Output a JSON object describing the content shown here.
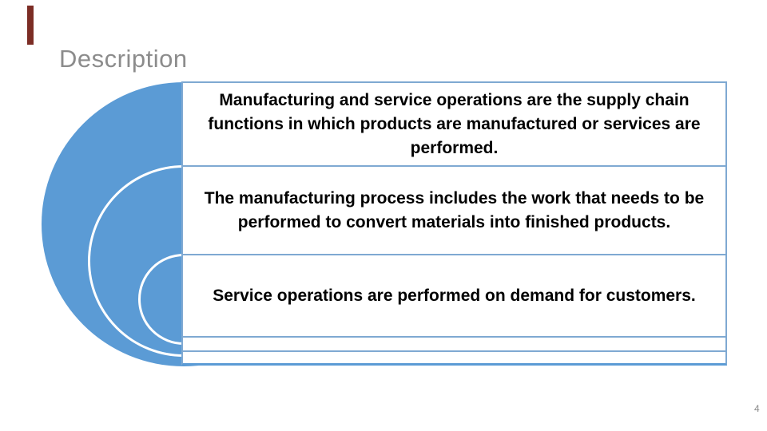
{
  "slide": {
    "title": "Description",
    "page_number": "4",
    "colors": {
      "accent_blue": "#5b9bd5",
      "border_blue": "#7fa9d2",
      "title_gray": "#8c8c8c",
      "accent_bar_red": "#7c2d25",
      "page_num_gray": "#8a8a8a"
    },
    "list_items": [
      {
        "text": "Manufacturing and service operations are the supply chain functions in which products are manufactured or services are performed."
      },
      {
        "text": "The manufacturing process includes the work that needs to be performed to convert materials into finished products."
      },
      {
        "text": "Service operations are performed on demand for customers."
      },
      {
        "text": ""
      },
      {
        "text": ""
      }
    ]
  }
}
